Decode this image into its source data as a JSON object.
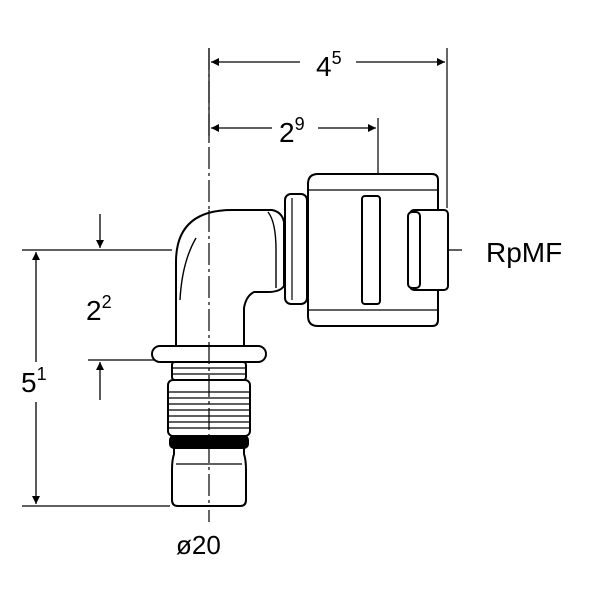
{
  "dimensions": {
    "overall_width": {
      "main": "4",
      "sup": "5"
    },
    "center_to_nut": {
      "main": "2",
      "sup": "9"
    },
    "center_to_press_end": {
      "main": "2",
      "sup": "2"
    },
    "overall_height": {
      "main": "5",
      "sup": "1"
    }
  },
  "labels": {
    "thread": "RpMF",
    "diameter": "ø20"
  },
  "colors": {
    "line": "#000000",
    "background": "#ffffff"
  }
}
